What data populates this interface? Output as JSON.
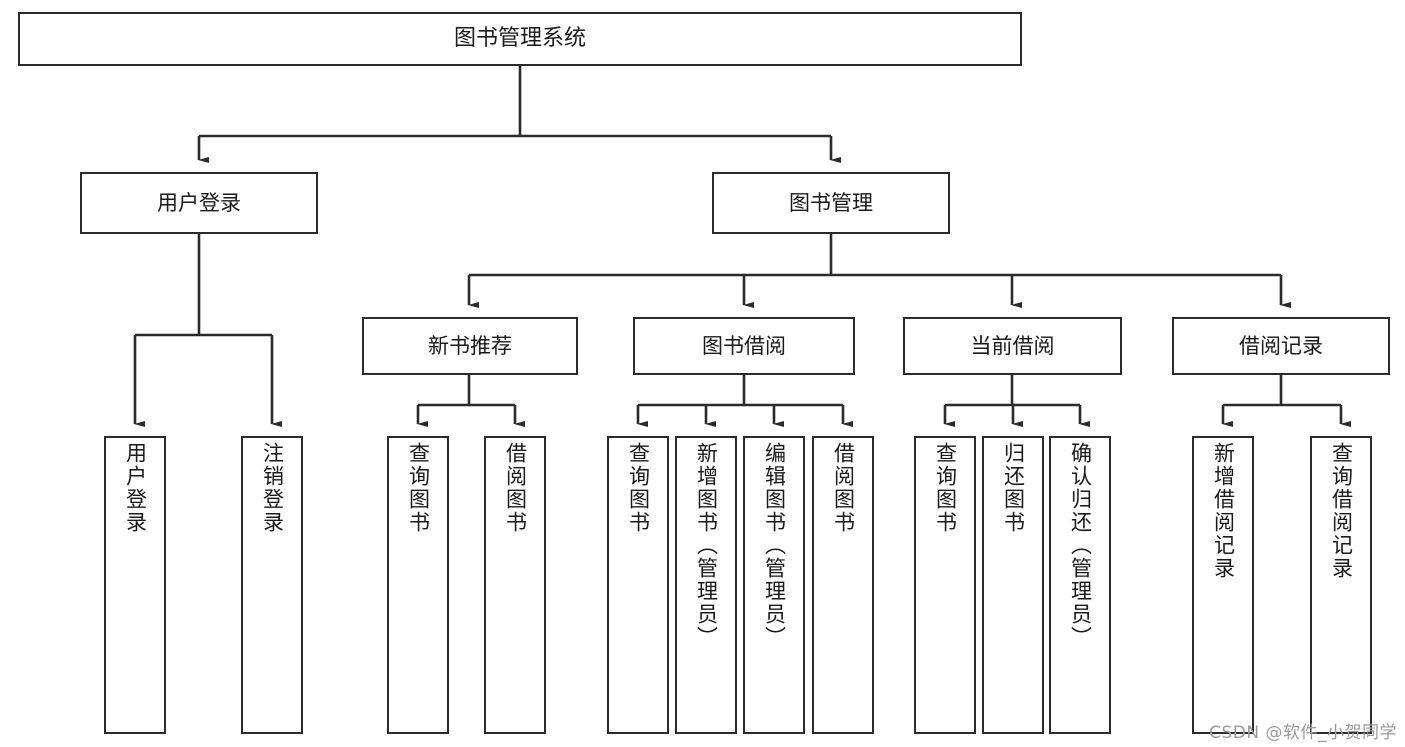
{
  "diagram": {
    "title": "图书管理系统",
    "type": "tree-hierarchy",
    "orientation": "top-down",
    "colors": {
      "node_border": "#2b2b2b",
      "node_fill": "#ffffff",
      "edge": "#2b2b2b",
      "text": "#1a1a1a",
      "watermark": "#9b9b9b",
      "background": "#ffffff"
    },
    "watermark": "CSDN @软件_小贺同学"
  },
  "nodes": {
    "root": {
      "label": "图书管理系统"
    },
    "level1": [
      {
        "id": "user-login",
        "label": "用户登录"
      },
      {
        "id": "book-manage",
        "label": "图书管理"
      }
    ],
    "level2": [
      {
        "id": "new-book-recommend",
        "label": "新书推荐"
      },
      {
        "id": "book-borrow",
        "label": "图书借阅"
      },
      {
        "id": "current-borrow",
        "label": "当前借阅"
      },
      {
        "id": "borrow-record",
        "label": "借阅记录"
      }
    ],
    "leaves": {
      "user_login": [
        {
          "id": "leaf-user-login",
          "label": "用户登录"
        },
        {
          "id": "leaf-logout-login",
          "label": "注销登录"
        }
      ],
      "new_book_recommend": [
        {
          "id": "leaf-query-book-1",
          "label": "查询图书"
        },
        {
          "id": "leaf-borrow-book-1",
          "label": "借阅图书"
        }
      ],
      "book_borrow": [
        {
          "id": "leaf-query-book-2",
          "label": "查询图书"
        },
        {
          "id": "leaf-add-book",
          "label": "新增图书（管理员）"
        },
        {
          "id": "leaf-edit-book",
          "label": "编辑图书（管理员）"
        },
        {
          "id": "leaf-borrow-book-2",
          "label": "借阅图书"
        }
      ],
      "current_borrow": [
        {
          "id": "leaf-query-book-3",
          "label": "查询图书"
        },
        {
          "id": "leaf-return-book",
          "label": "归还图书"
        },
        {
          "id": "leaf-confirm-return",
          "label": "确认归还（管理员）"
        }
      ],
      "borrow_record": [
        {
          "id": "leaf-add-record",
          "label": "新增借阅记录"
        },
        {
          "id": "leaf-query-record",
          "label": "查询借阅记录"
        }
      ]
    }
  }
}
